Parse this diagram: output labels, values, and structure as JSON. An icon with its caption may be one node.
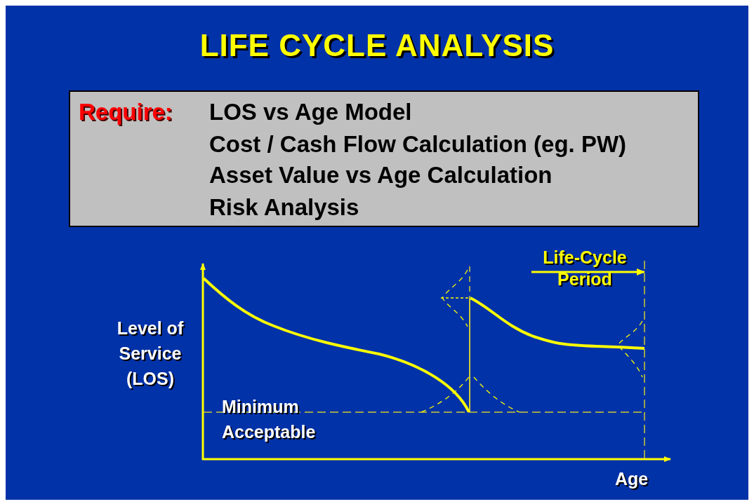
{
  "diagram": {
    "title": "LIFE CYCLE ANALYSIS",
    "nodes": [
      {
        "text": [
          "Require:",
          "LOS vs Age Model",
          "Cost / Cash Flow Calculation (eg. PW)",
          "Asset Value vs Age Calculation",
          "Risk Analysis"
        ]
      }
    ],
    "edges": [],
    "labels": [
      "Level of Service (LOS)",
      "Minimum Acceptable",
      "Life-Cycle Period",
      "Age"
    ]
  }
}
